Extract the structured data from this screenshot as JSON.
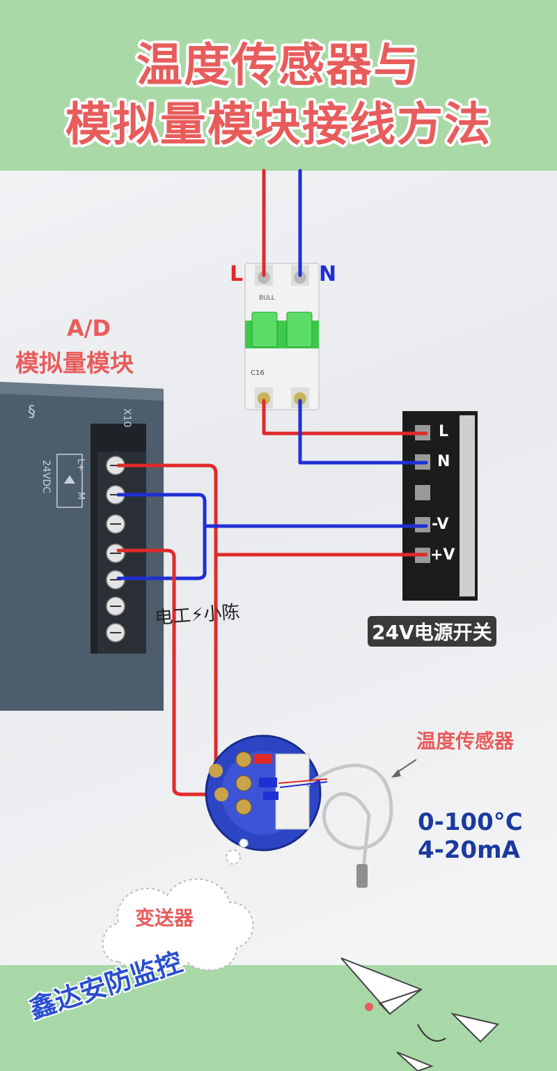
{
  "title": {
    "line1": "温度传感器与",
    "line2": "模拟量模块接线方法"
  },
  "ad_module": {
    "label_line1": "A/D",
    "label_line2": "模拟量模块",
    "slot": "X10",
    "power": "24VDC",
    "pins": [
      "L+",
      "M"
    ]
  },
  "breaker": {
    "L": "L",
    "N": "N",
    "brand": "BULL",
    "rating": "C16"
  },
  "psu": {
    "caption": "24V电源开关",
    "terminals": [
      "L",
      "N",
      "",
      "-V",
      "+V"
    ]
  },
  "watermark": "电工⚡小陈",
  "sensor": {
    "label": "温度传感器",
    "range": "0-100°C",
    "signal": "4-20mA"
  },
  "transmitter": {
    "label": "变送器"
  },
  "footer": {
    "brand": "鑫达安防监控"
  },
  "colors": {
    "red_wire": "#e02a2a",
    "blue_wire": "#1f2fd6",
    "accent": "#e85c5c",
    "sensor_text": "#1b3aa0"
  }
}
